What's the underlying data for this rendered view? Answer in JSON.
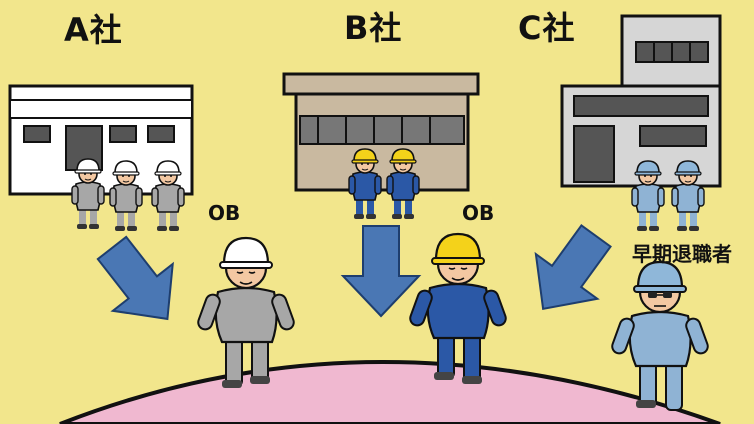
{
  "companies": [
    {
      "label": "A社"
    },
    {
      "label": "B社"
    },
    {
      "label": "C社"
    }
  ],
  "tags": {
    "ob_a": "OB",
    "ob_b": "OB",
    "early_retiree": "早期退職者"
  },
  "bottom_text": "",
  "colors": {
    "background": "#f2e68c",
    "arrow": "#4a77b4",
    "pool": "#f0b8d0",
    "helmet_white": "#ffffff",
    "helmet_yellow": "#f4d21a",
    "helmet_blue": "#8fb7d9",
    "uniform_gray": "#a7a7a7",
    "uniform_blue": "#2b58a6",
    "uniform_lightblue": "#8fb3d4"
  }
}
